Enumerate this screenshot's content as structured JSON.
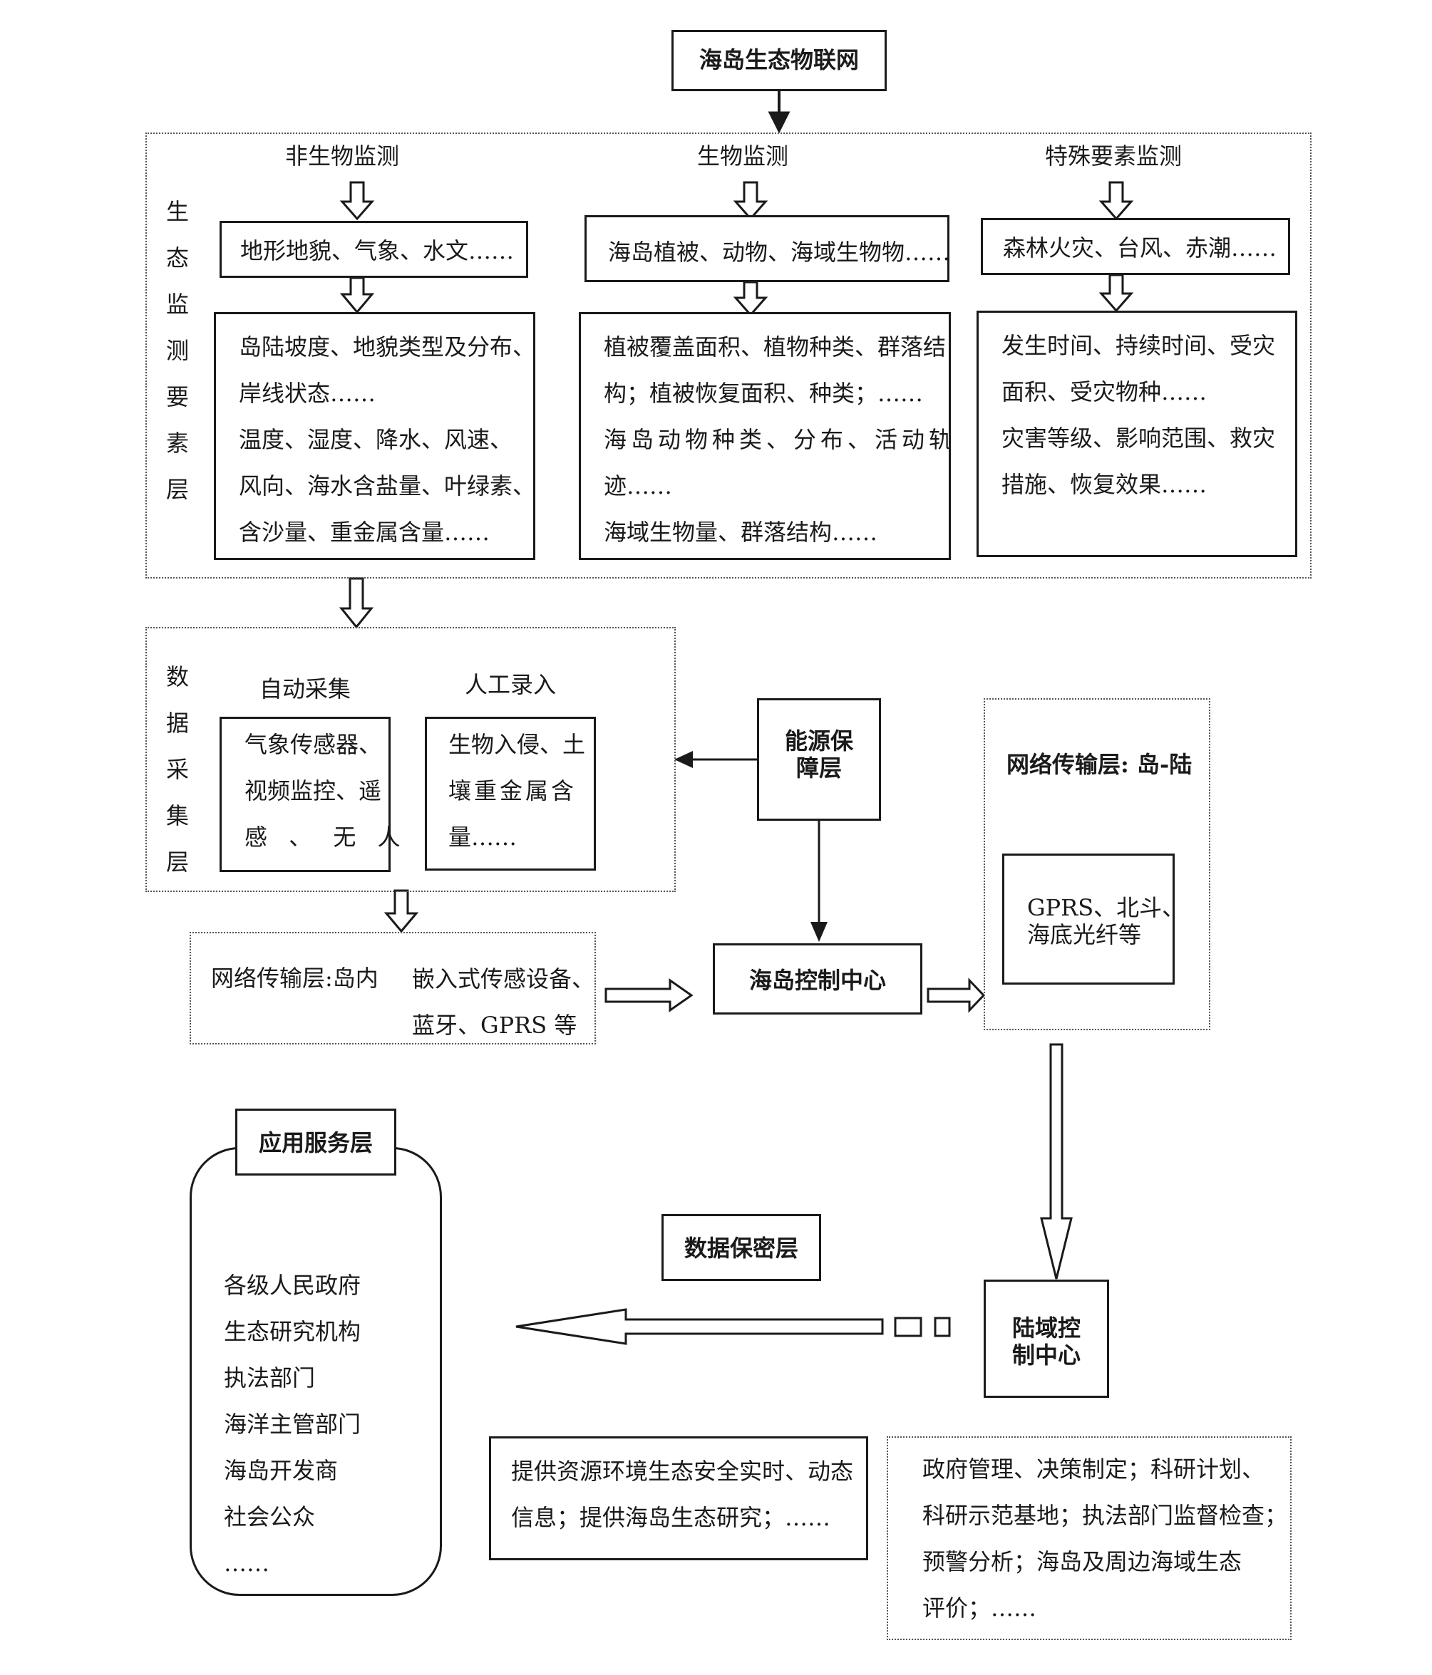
{
  "root": "海岛生态物联网",
  "monitoring_layer": {
    "label_chars": [
      "生",
      "态",
      "监",
      "测",
      "要",
      "素",
      "层"
    ],
    "abiotic": {
      "title": "非生物监测",
      "summary": "地形地貌、气象、水文……",
      "details": [
        "岛陆坡度、地貌类型及分布、",
        "岸线状态……",
        "温度、湿度、降水、风速、",
        "风向、海水含盐量、叶绿素、",
        "含沙量、重金属含量……"
      ]
    },
    "biotic": {
      "title": "生物监测",
      "summary": "海岛植被、动物、海域生物物……",
      "details": [
        "植被覆盖面积、植物种类、群落结",
        "构；植被恢复面积、种类；……",
        "海岛动物种类、分布、活动轨",
        "迹……",
        "海域生物量、群落结构……"
      ]
    },
    "special": {
      "title": "特殊要素监测",
      "summary": "森林火灾、台风、赤潮……",
      "details": [
        "发生时间、持续时间、受灾",
        "面积、受灾物种……",
        "灾害等级、影响范围、救灾",
        "措施、恢复效果……"
      ]
    }
  },
  "collection_layer": {
    "label_chars": [
      "数",
      "据",
      "采",
      "集",
      "层"
    ],
    "auto": {
      "title": "自动采集",
      "lines": [
        "气象传感器、",
        "视频监控、遥",
        "感 、 无 人"
      ]
    },
    "manual": {
      "title": "人工录入",
      "lines": [
        "生物入侵、土",
        "壤重金属含",
        "量……"
      ]
    }
  },
  "energy_layer": [
    "能源保",
    "障层"
  ],
  "island_network": {
    "label": "网络传输层:岛内",
    "lines": [
      "嵌入式传感设备、",
      "蓝牙、GPRS 等"
    ]
  },
  "island_control": "海岛控制中心",
  "land_network": {
    "label": "网络传输层: 岛-陆",
    "tech": [
      "GPRS、北斗、",
      "海底光纤等"
    ]
  },
  "land_control": [
    "陆域控",
    "制中心"
  ],
  "security_layer": "数据保密层",
  "app_layer": {
    "title": "应用服务层",
    "users": [
      "各级人民政府",
      "生态研究机构",
      "执法部门",
      "海洋主管部门",
      "海岛开发商",
      "社会公众",
      "……"
    ]
  },
  "info_box": [
    "提供资源环境生态安全实时、动态",
    "信息；提供海岛生态研究；……"
  ],
  "uses_box": [
    "政府管理、决策制定；科研计划、",
    "科研示范基地；执法部门监督检查；",
    "预警分析；海岛及周边海域生态",
    "评价；……"
  ]
}
